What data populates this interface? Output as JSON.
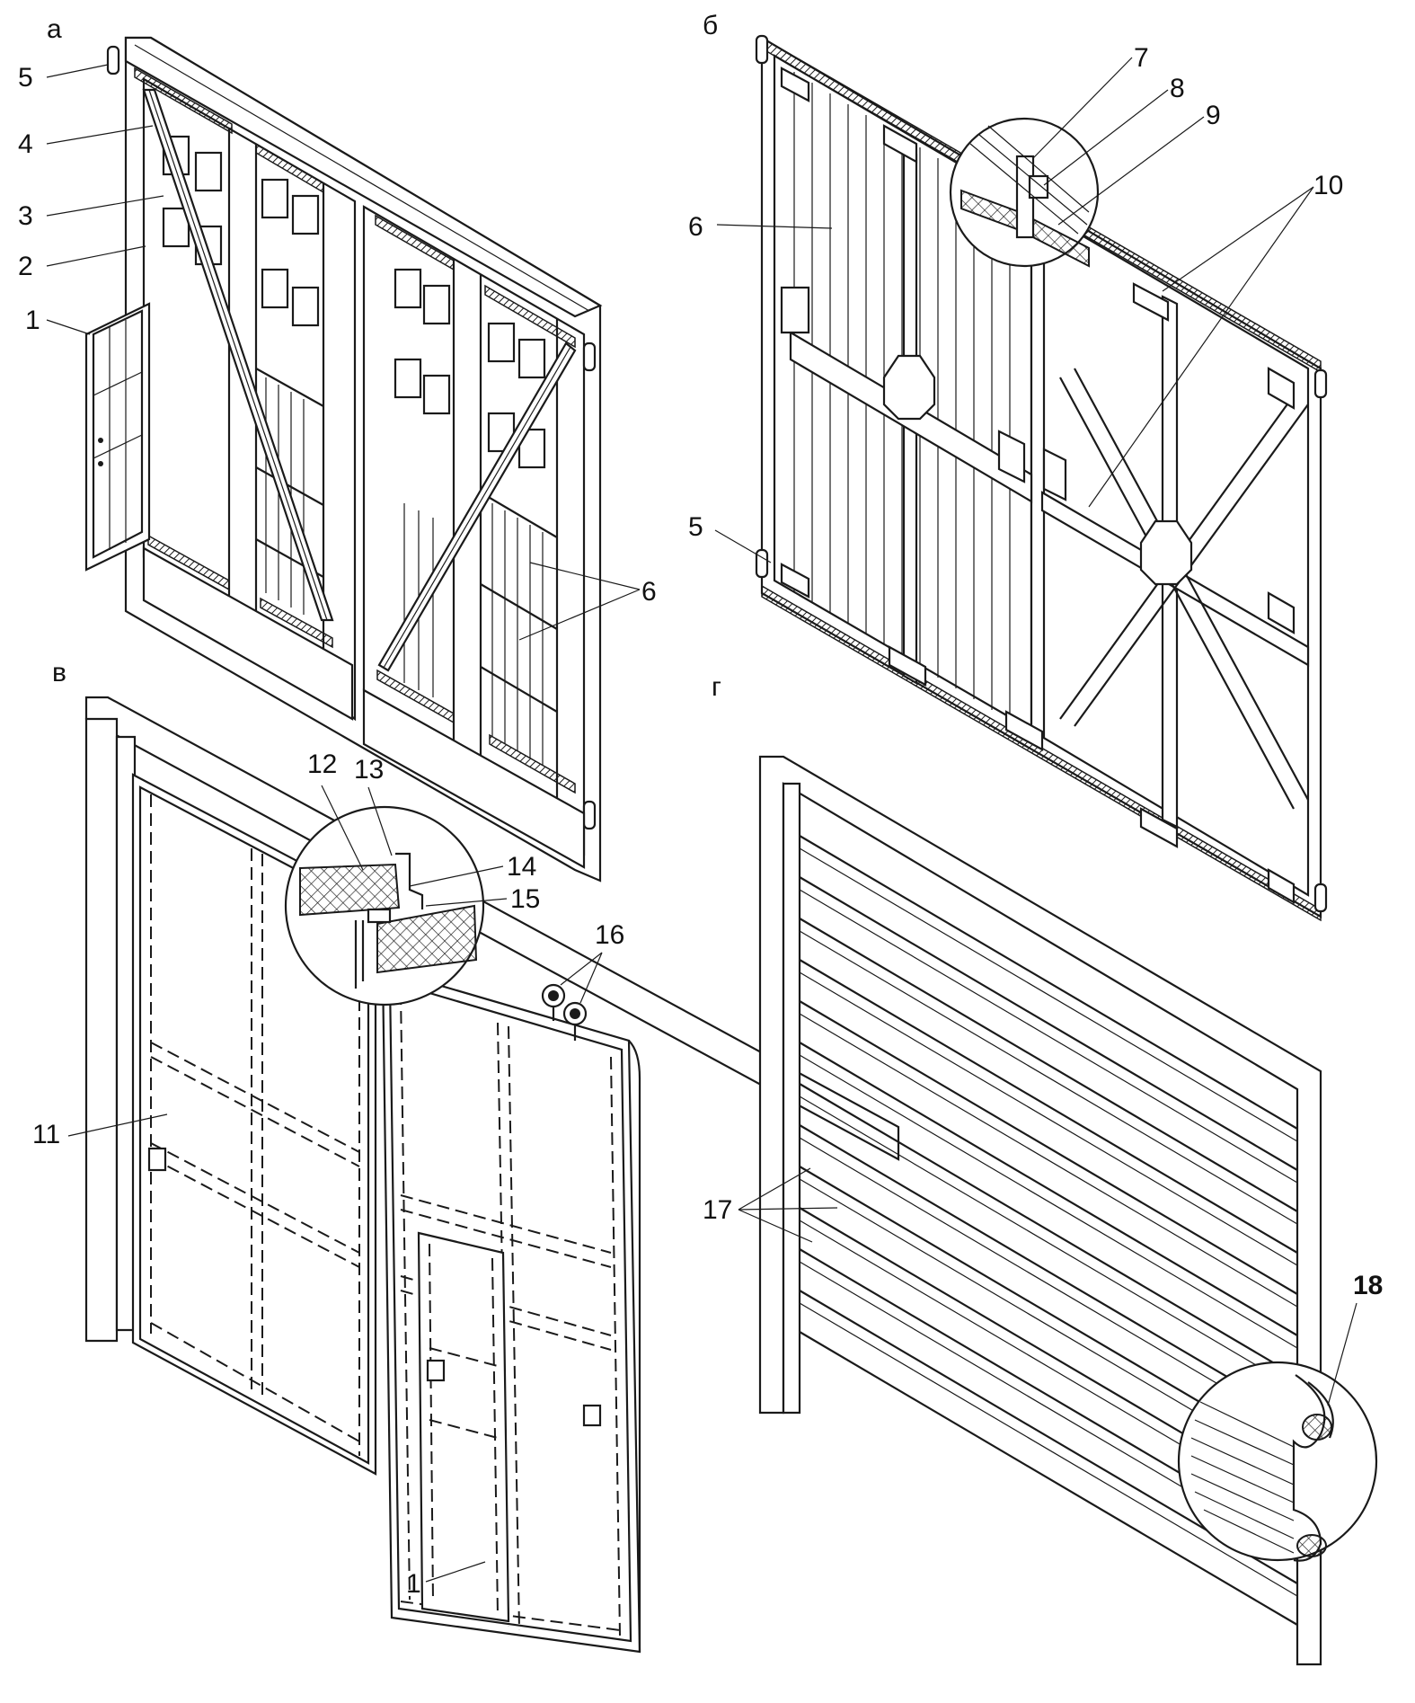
{
  "panels": [
    {
      "letter": "а",
      "labels": [
        "5",
        "4",
        "3",
        "2",
        "1",
        "6"
      ]
    },
    {
      "letter": "б",
      "labels": [
        "7",
        "8",
        "9",
        "10",
        "6",
        "5"
      ]
    },
    {
      "letter": "в",
      "labels": [
        "12",
        "13",
        "14",
        "15",
        "16",
        "11",
        "1"
      ]
    },
    {
      "letter": "г",
      "labels": [
        "17",
        "18"
      ]
    }
  ],
  "colors": {
    "ink": "#1a1a1a",
    "paper": "#ffffff"
  }
}
